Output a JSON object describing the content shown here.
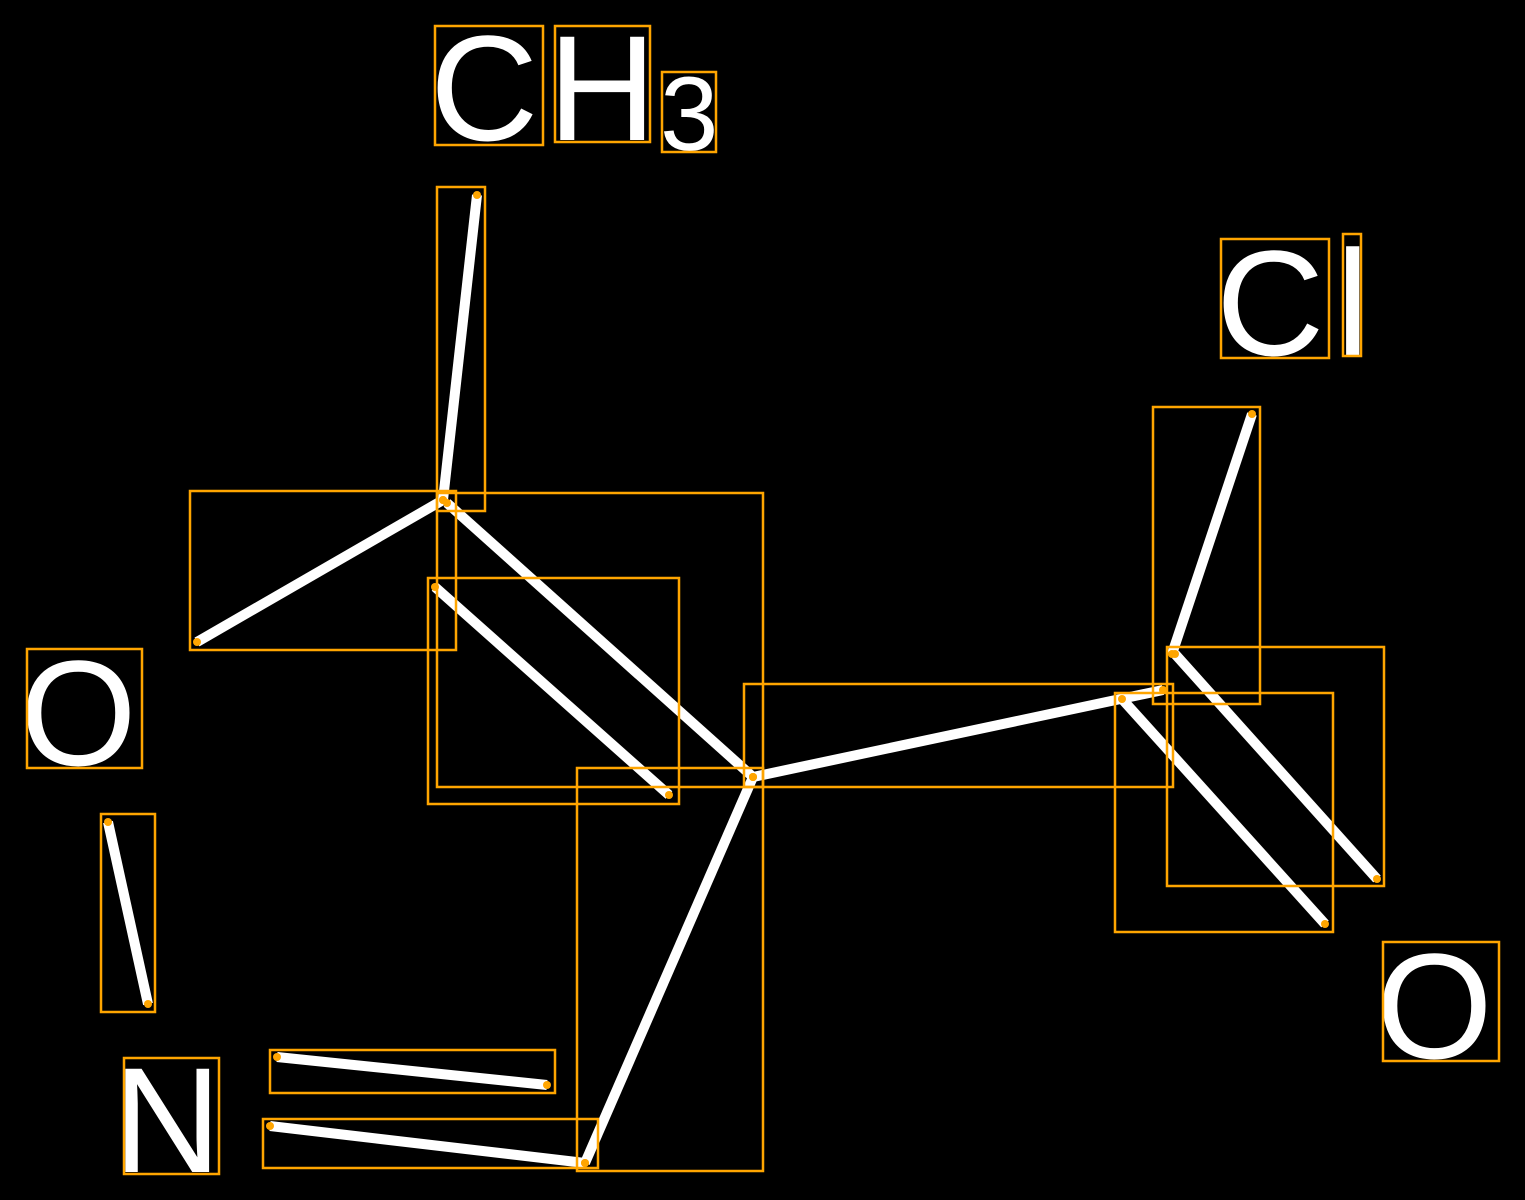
{
  "diagram": {
    "type": "chemical-structure-annotated",
    "colors": {
      "background": "#000000",
      "foreground": "#FFFFFF",
      "annotation_box": "#FFA500"
    },
    "atoms": {
      "methyl": {
        "c": "C",
        "h": "H",
        "sub": "3"
      },
      "chlorine": {
        "c": "C",
        "l": "l"
      },
      "oxygen_left": "O",
      "oxygen_right": "O",
      "nitrogen": "N"
    },
    "bond_count": 12
  }
}
